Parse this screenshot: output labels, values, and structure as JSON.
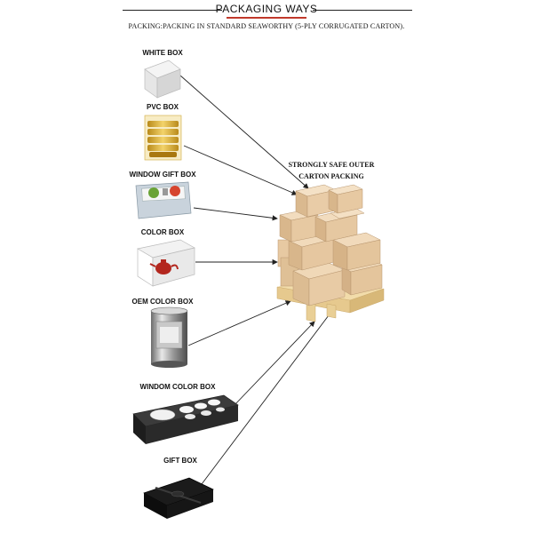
{
  "header": {
    "title": "PACKAGING  WAYS",
    "subtitle": "PACKING:PACKING IN STANDARD SEAWORTHY (5-PLY CORRUGATED CARTON)."
  },
  "boxes": [
    {
      "label": "WHITE BOX",
      "icon": "white-box-image"
    },
    {
      "label": "PVC BOX",
      "icon": "pvc-box-image"
    },
    {
      "label": "WINDOW GIFT BOX",
      "icon": "window-gift-box-image"
    },
    {
      "label": "COLOR BOX",
      "icon": "color-box-image"
    },
    {
      "label": "OEM COLOR BOX",
      "icon": "oem-color-box-image"
    },
    {
      "label": "WINDOM COLOR BOX",
      "icon": "windom-color-box-image"
    },
    {
      "label": "GIFT BOX",
      "icon": "gift-box-image"
    }
  ],
  "pallet": {
    "title_line1": "STRONGLY SAFE OUTER",
    "title_line2": "CARTON PACKING",
    "icon": "carton-pallet-image"
  },
  "colors": {
    "accent": "#c0392b",
    "carton": "#e2c49d",
    "carton_dark": "#c9a77c",
    "pallet_wood": "#f0d9a8"
  }
}
